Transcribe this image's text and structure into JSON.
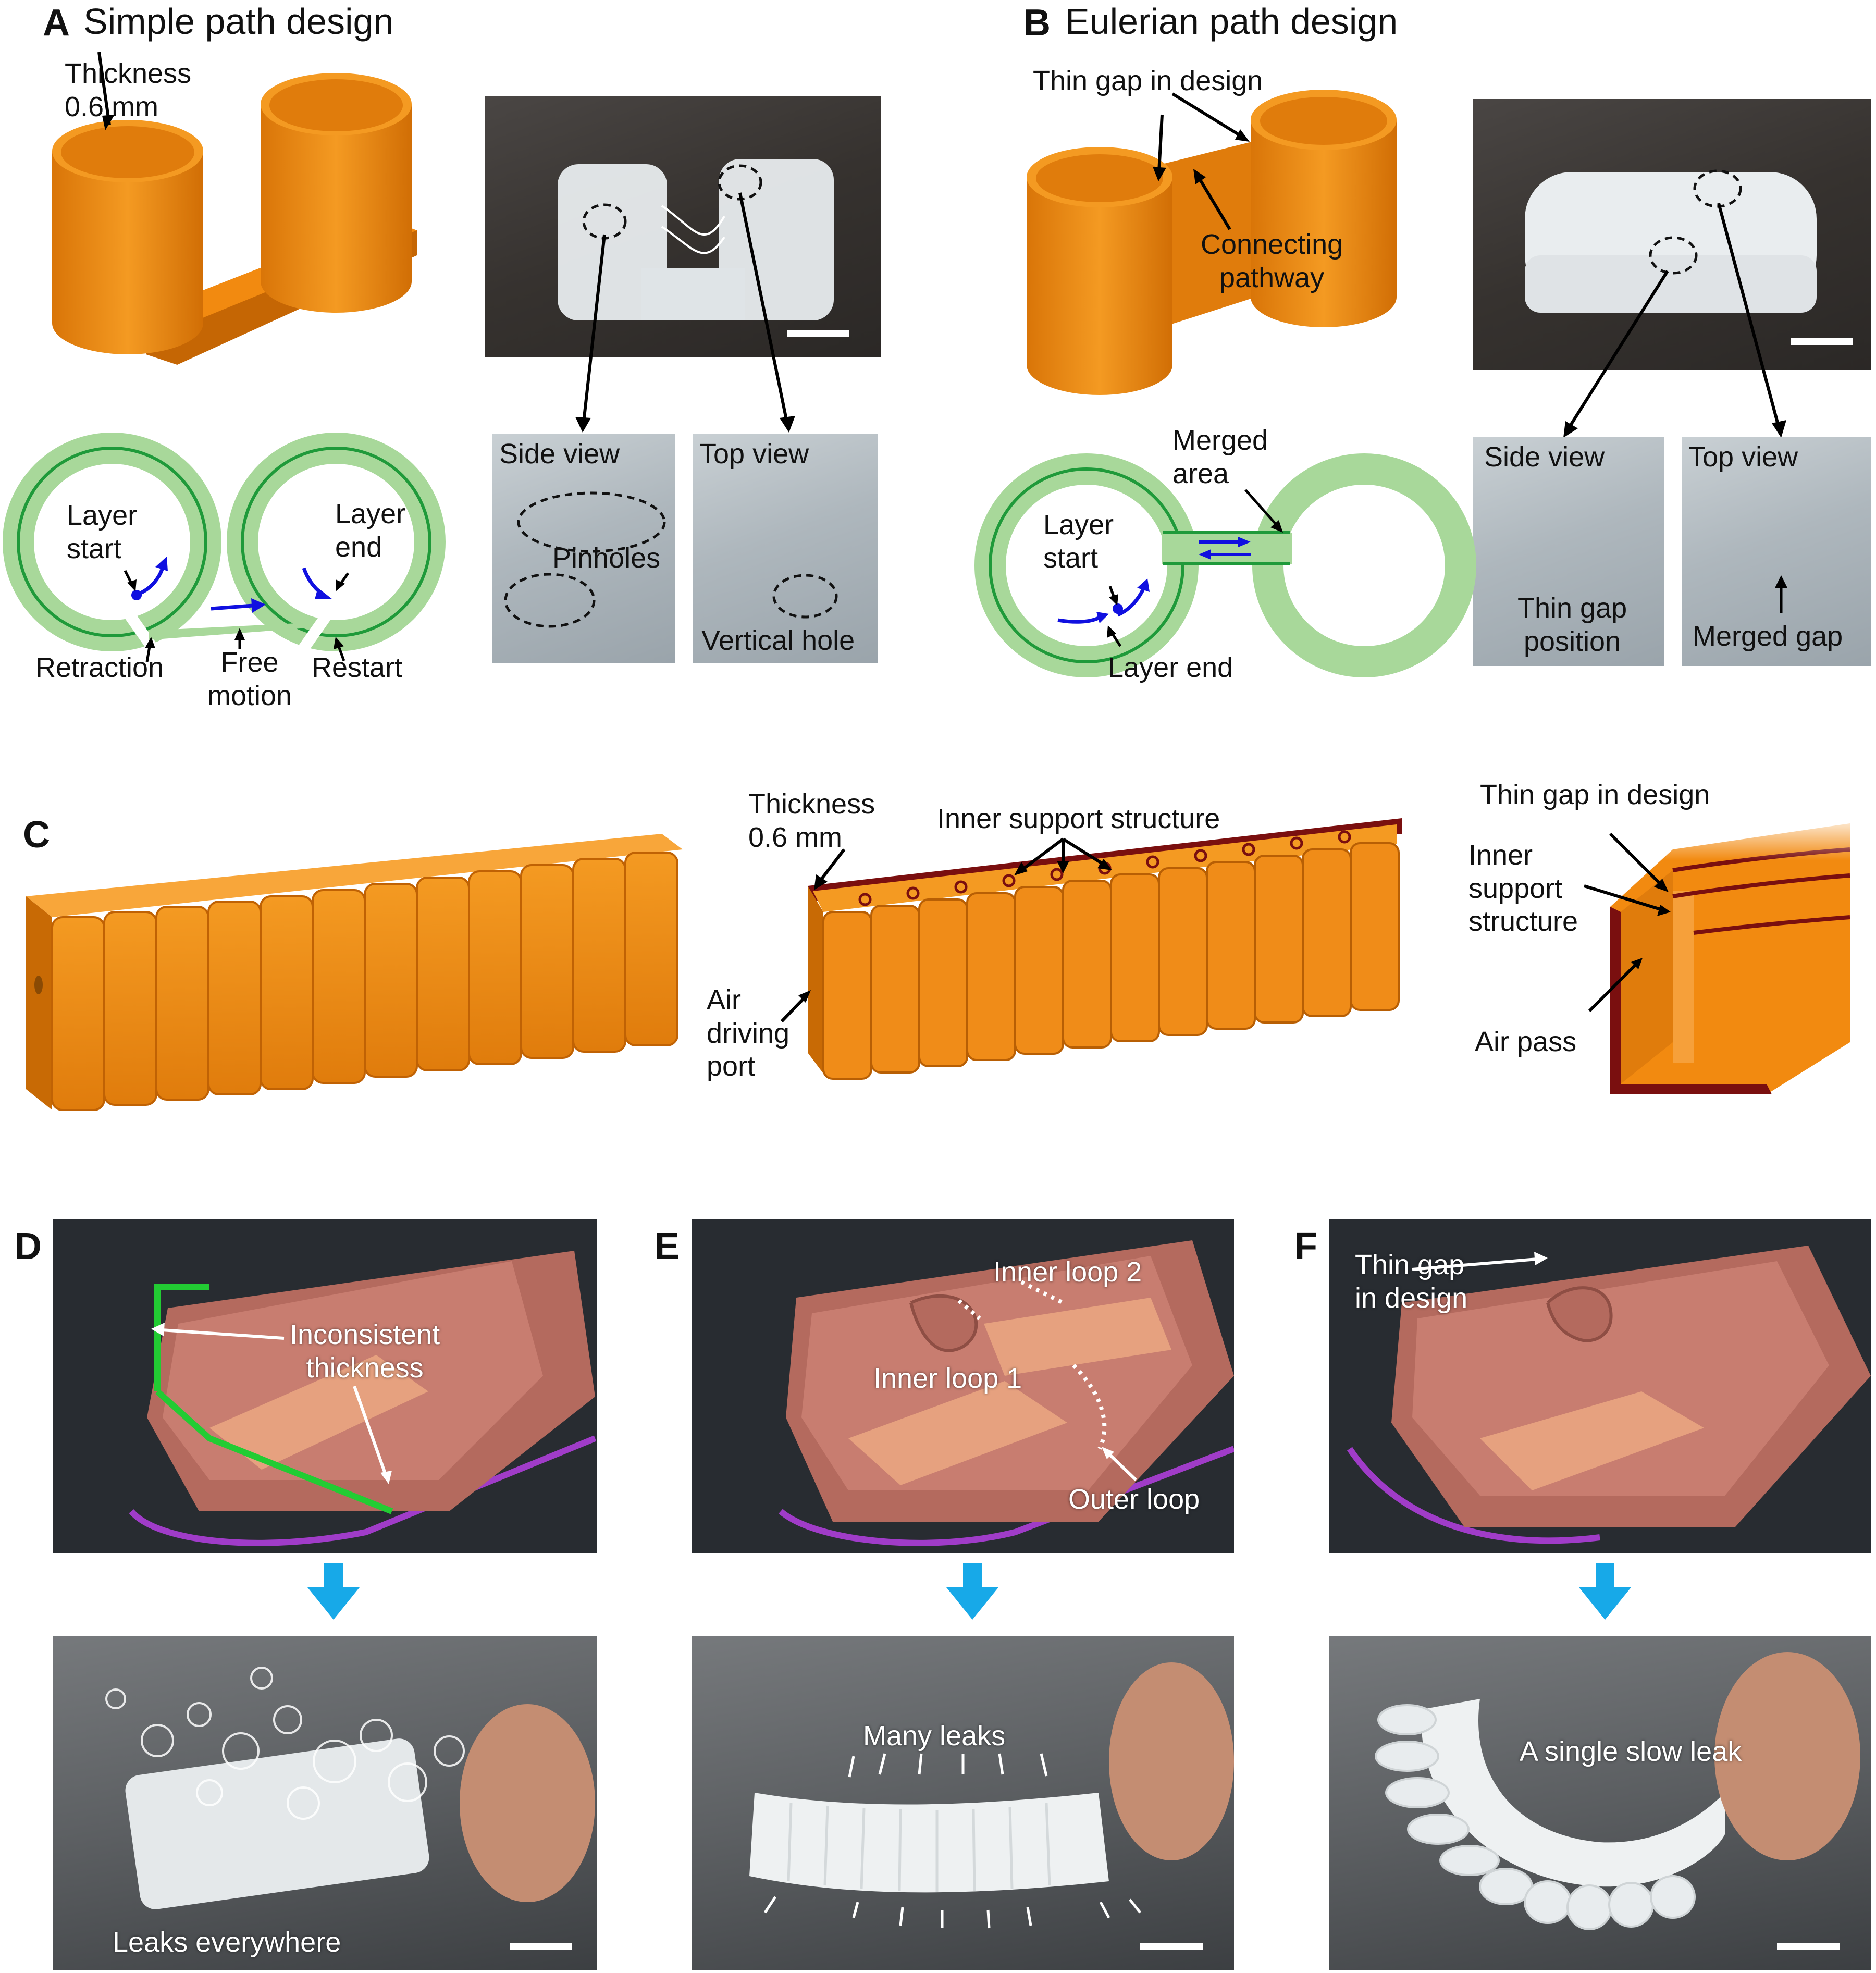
{
  "panels": {
    "a": {
      "letter": "A",
      "title": "Simple path design"
    },
    "b": {
      "letter": "B",
      "title": "Eulerian path design"
    },
    "c": {
      "letter": "C"
    },
    "d": {
      "letter": "D"
    },
    "e": {
      "letter": "E"
    },
    "f": {
      "letter": "F"
    }
  },
  "labels_a": {
    "thickness": "Thickness\n0.6 mm",
    "layer_start": "Layer\nstart",
    "layer_end": "Layer\nend",
    "retraction": "Retraction",
    "free_motion": "Free\nmotion",
    "restart": "Restart",
    "side_view": "Side view",
    "top_view": "Top view",
    "pinholes": "Pinholes",
    "vertical_hole": "Vertical hole"
  },
  "labels_b": {
    "thin_gap": "Thin gap in design",
    "connecting": "Connecting\npathway",
    "merged_area": "Merged\narea",
    "layer_start": "Layer\nstart",
    "layer_end": "Layer end",
    "side_view": "Side view",
    "top_view": "Top view",
    "thin_gap_position": "Thin gap\nposition",
    "merged_gap": "Merged gap"
  },
  "labels_c": {
    "thickness": "Thickness\n0.6 mm",
    "inner_support": "Inner support structure",
    "air_port": "Air\ndriving\nport",
    "thin_gap": "Thin gap in design",
    "inner_support_2": "Inner\nsupport\nstructure",
    "air_pass": "Air pass"
  },
  "labels_d": {
    "inconsistent": "Inconsistent\nthickness",
    "leaks": "Leaks everywhere"
  },
  "labels_e": {
    "inner1": "Inner loop 1",
    "inner2": "Inner loop 2",
    "outer": "Outer loop",
    "many": "Many leaks"
  },
  "labels_f": {
    "thin_gap": "Thin gap\nin design",
    "single": "A single slow leak"
  },
  "colors": {
    "orange": "#f28a10",
    "orange_dark": "#c96a06",
    "green_light": "#a8d89a",
    "green_dark": "#1f9a3a",
    "blue_arrow": "#1010e0",
    "cyan_arrow": "#17a9e8",
    "slicer_wall": "#b46a5e",
    "slicer_infill": "#e6a17f",
    "purple": "#a03cc8",
    "maroon": "#7a0f0f"
  },
  "icons": [
    "arrow-down-icon"
  ]
}
